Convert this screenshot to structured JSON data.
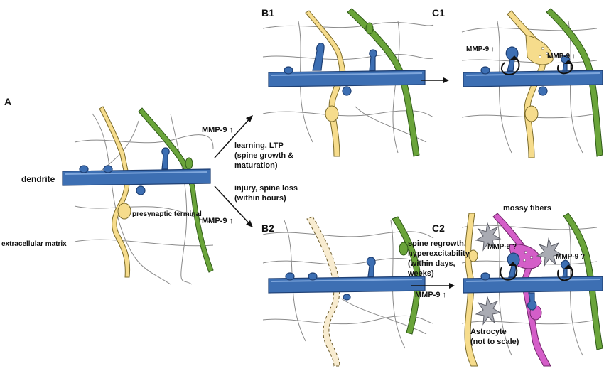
{
  "panels": {
    "a": "A",
    "b1": "B1",
    "b2": "B2",
    "c1": "C1",
    "c2": "C2"
  },
  "labels": {
    "dendrite": "dendrite",
    "presynaptic_terminal": "presynaptic terminal",
    "extracellular_matrix": "extracellular matrix",
    "mossy_fibers": "mossy fibers",
    "astrocyte_line1": "Astrocyte",
    "astrocyte_line2": "(not to scale)"
  },
  "arrows": {
    "upper_mmp": "MMP-9 ↑",
    "upper_line1": "learning, LTP",
    "upper_line2": "(spine growth &",
    "upper_line3": "maturation)",
    "lower_line1": "injury, spine loss",
    "lower_line2": "(within hours)",
    "lower_mmp": "MMP-9 ↑",
    "c2_line1": "spine regrowth,",
    "c2_line2": "hyperexcitability",
    "c2_line3": "(within days,",
    "c2_line4": "weeks)",
    "c2_mmp": "MMP-9 ↑"
  },
  "annotations": {
    "c1_mmp_left": "MMP-9 ↑",
    "c1_mmp_right": "MMP-9 ↑",
    "c2_mmp_left": "MMP-9 ?",
    "c2_mmp_right": "MMP-9 ?"
  },
  "colors": {
    "dendrite": "#3d6fb3",
    "presynaptic_axon": "#f6dc8c",
    "axon_green": "#6aa43a",
    "mossy_fiber": "#d45ec8",
    "astrocyte": "#a9abb3"
  }
}
